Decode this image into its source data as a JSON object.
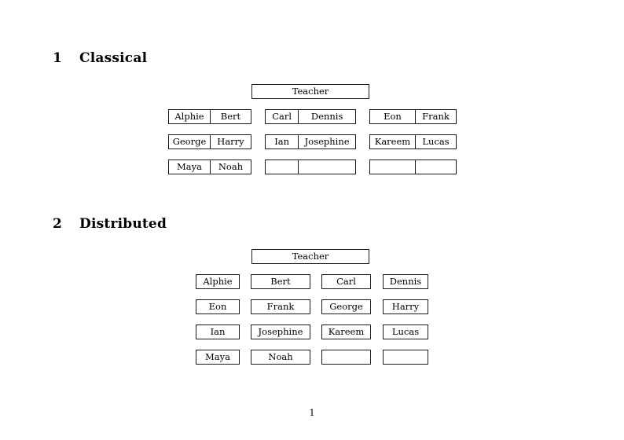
{
  "page": {
    "number": "1",
    "background": "#ffffff",
    "text_color": "#000000",
    "border_color": "#1a1a1a"
  },
  "sections": [
    {
      "number": "1",
      "title": "Classical",
      "teacher_label": "Teacher",
      "layout": "paired-cells",
      "groups": [
        {
          "rows": [
            [
              "Alphie",
              "Bert"
            ],
            [
              "George",
              "Harry"
            ],
            [
              "Maya",
              "Noah"
            ]
          ]
        },
        {
          "rows": [
            [
              "Carl",
              "Dennis"
            ],
            [
              "Ian",
              "Josephine"
            ],
            [
              "",
              ""
            ]
          ]
        },
        {
          "rows": [
            [
              "Eon",
              "Frank"
            ],
            [
              "Kareem",
              "Lucas"
            ],
            [
              "",
              ""
            ]
          ]
        }
      ]
    },
    {
      "number": "2",
      "title": "Distributed",
      "teacher_label": "Teacher",
      "layout": "separate-boxes",
      "rows": [
        [
          "Alphie",
          "Bert",
          "Carl",
          "Dennis"
        ],
        [
          "Eon",
          "Frank",
          "George",
          "Harry"
        ],
        [
          "Ian",
          "Josephine",
          "Kareem",
          "Lucas"
        ],
        [
          "Maya",
          "Noah",
          "",
          ""
        ]
      ]
    }
  ]
}
